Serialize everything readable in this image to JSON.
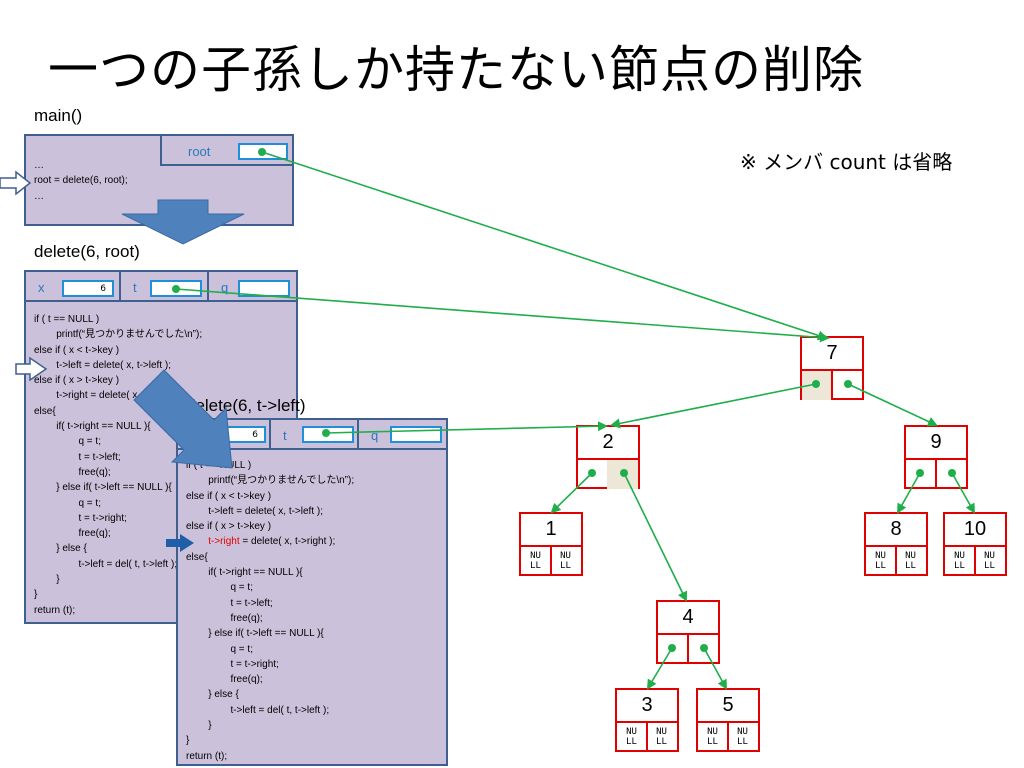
{
  "title": "一つの子孫しか持たない節点の削除",
  "note": "※ メンバ count は省略",
  "main_frame": {
    "label": "main()",
    "var": "root",
    "code": "…\nroot = delete(6, root);\n…"
  },
  "frame1": {
    "label": "delete(6, root)",
    "vars": {
      "x": "x",
      "x_value": "6",
      "t": "t",
      "q": "q"
    },
    "code": "if ( t == NULL )\n        printf(“見つかりませんでした\\n”);\nelse if ( x < t->key )\n        t->left = delete( x, t->left );\nelse if ( x > t->key )\n        t->right = delete( x, t->right );\nelse{\n        if( t->right == NULL ){\n                q = t;\n                t = t->left;\n                free(q);\n        } else if( t->left == NULL ){\n                q = t;\n                t = t->right;\n                free(q);\n        } else {\n                t->left = del( t, t->left );\n        }\n}\nreturn (t);"
  },
  "frame2": {
    "label": "delete(6, t->left)",
    "vars": {
      "x": "x",
      "x_value": "6",
      "t": "t",
      "q": "q"
    },
    "code_a": "if ( t == NULL )\n        printf(“見つかりませんでした\\n”);\nelse if ( x < t->key )\n        t->left = delete( x, t->left );\nelse if ( x > t->key )\n        ",
    "code_red": "t->right",
    "code_b": " = delete( x, t->right );\nelse{\n        if( t->right == NULL ){\n                q = t;\n                t = t->left;\n                free(q);\n        } else if( t->left == NULL ){\n                q = t;\n                t = t->right;\n                free(q);\n        } else {\n                t->left = del( t, t->left );\n        }\n}\nreturn (t);"
  },
  "tree": {
    "null_text": "NU\nLL",
    "nodes": [
      {
        "key": "7"
      },
      {
        "key": "2"
      },
      {
        "key": "9"
      },
      {
        "key": "1"
      },
      {
        "key": "4"
      },
      {
        "key": "8"
      },
      {
        "key": "10"
      },
      {
        "key": "3"
      },
      {
        "key": "5"
      }
    ]
  },
  "colors": {
    "frame": "#ccc1da",
    "frame_border": "#3f5f8f",
    "var_box": "#1f8fd6",
    "node": "#e00000",
    "pointer": "#1fae4a",
    "arrow": "#4f81bd"
  }
}
